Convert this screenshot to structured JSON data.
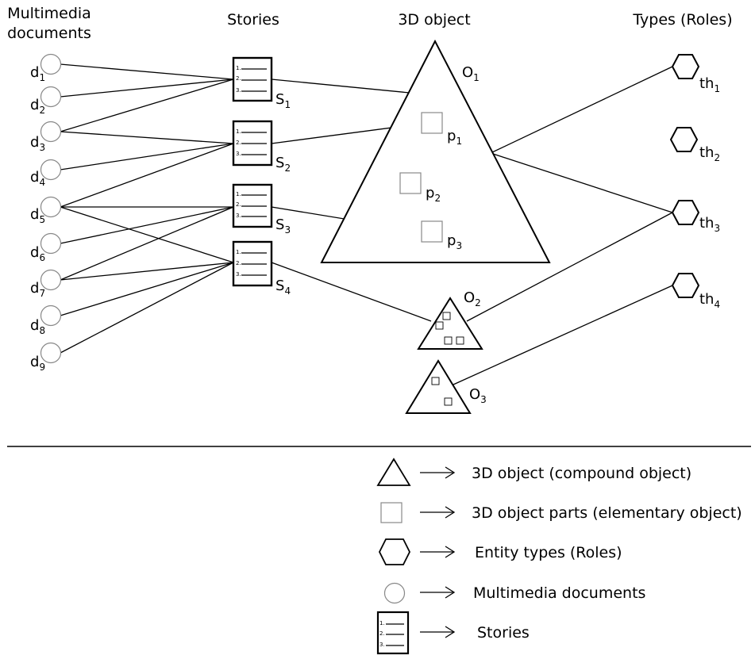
{
  "headers": {
    "documents": [
      "Multimedia",
      "documents"
    ],
    "stories": "Stories",
    "object3d": "3D object",
    "types": "Types (Roles)"
  },
  "documents": [
    {
      "base": "d",
      "sub": "1"
    },
    {
      "base": "d",
      "sub": "2"
    },
    {
      "base": "d",
      "sub": "3"
    },
    {
      "base": "d",
      "sub": "4"
    },
    {
      "base": "d",
      "sub": "5"
    },
    {
      "base": "d",
      "sub": "6"
    },
    {
      "base": "d",
      "sub": "7"
    },
    {
      "base": "d",
      "sub": "8"
    },
    {
      "base": "d",
      "sub": "9"
    }
  ],
  "stories": [
    {
      "base": "S",
      "sub": "1"
    },
    {
      "base": "S",
      "sub": "2"
    },
    {
      "base": "S",
      "sub": "3"
    },
    {
      "base": "S",
      "sub": "4"
    }
  ],
  "story_numbers": [
    "1.",
    "2.",
    "3."
  ],
  "objects": [
    {
      "base": "O",
      "sub": "1"
    },
    {
      "base": "O",
      "sub": "2"
    },
    {
      "base": "O",
      "sub": "3"
    }
  ],
  "parts": [
    {
      "base": "p",
      "sub": "1"
    },
    {
      "base": "p",
      "sub": "2"
    },
    {
      "base": "p",
      "sub": "3"
    }
  ],
  "types": [
    {
      "base": "th",
      "sub": "1"
    },
    {
      "base": "th",
      "sub": "2"
    },
    {
      "base": "th",
      "sub": "3"
    },
    {
      "base": "th",
      "sub": "4"
    }
  ],
  "legend": [
    {
      "icon": "triangle-icon",
      "text": "3D object (compound object)"
    },
    {
      "icon": "square-icon",
      "text": "3D object parts (elementary object)"
    },
    {
      "icon": "hexagon-icon",
      "text": "Entity types (Roles)"
    },
    {
      "icon": "circle-icon",
      "text": "Multimedia documents"
    },
    {
      "icon": "story-icon",
      "text": "Stories"
    }
  ]
}
